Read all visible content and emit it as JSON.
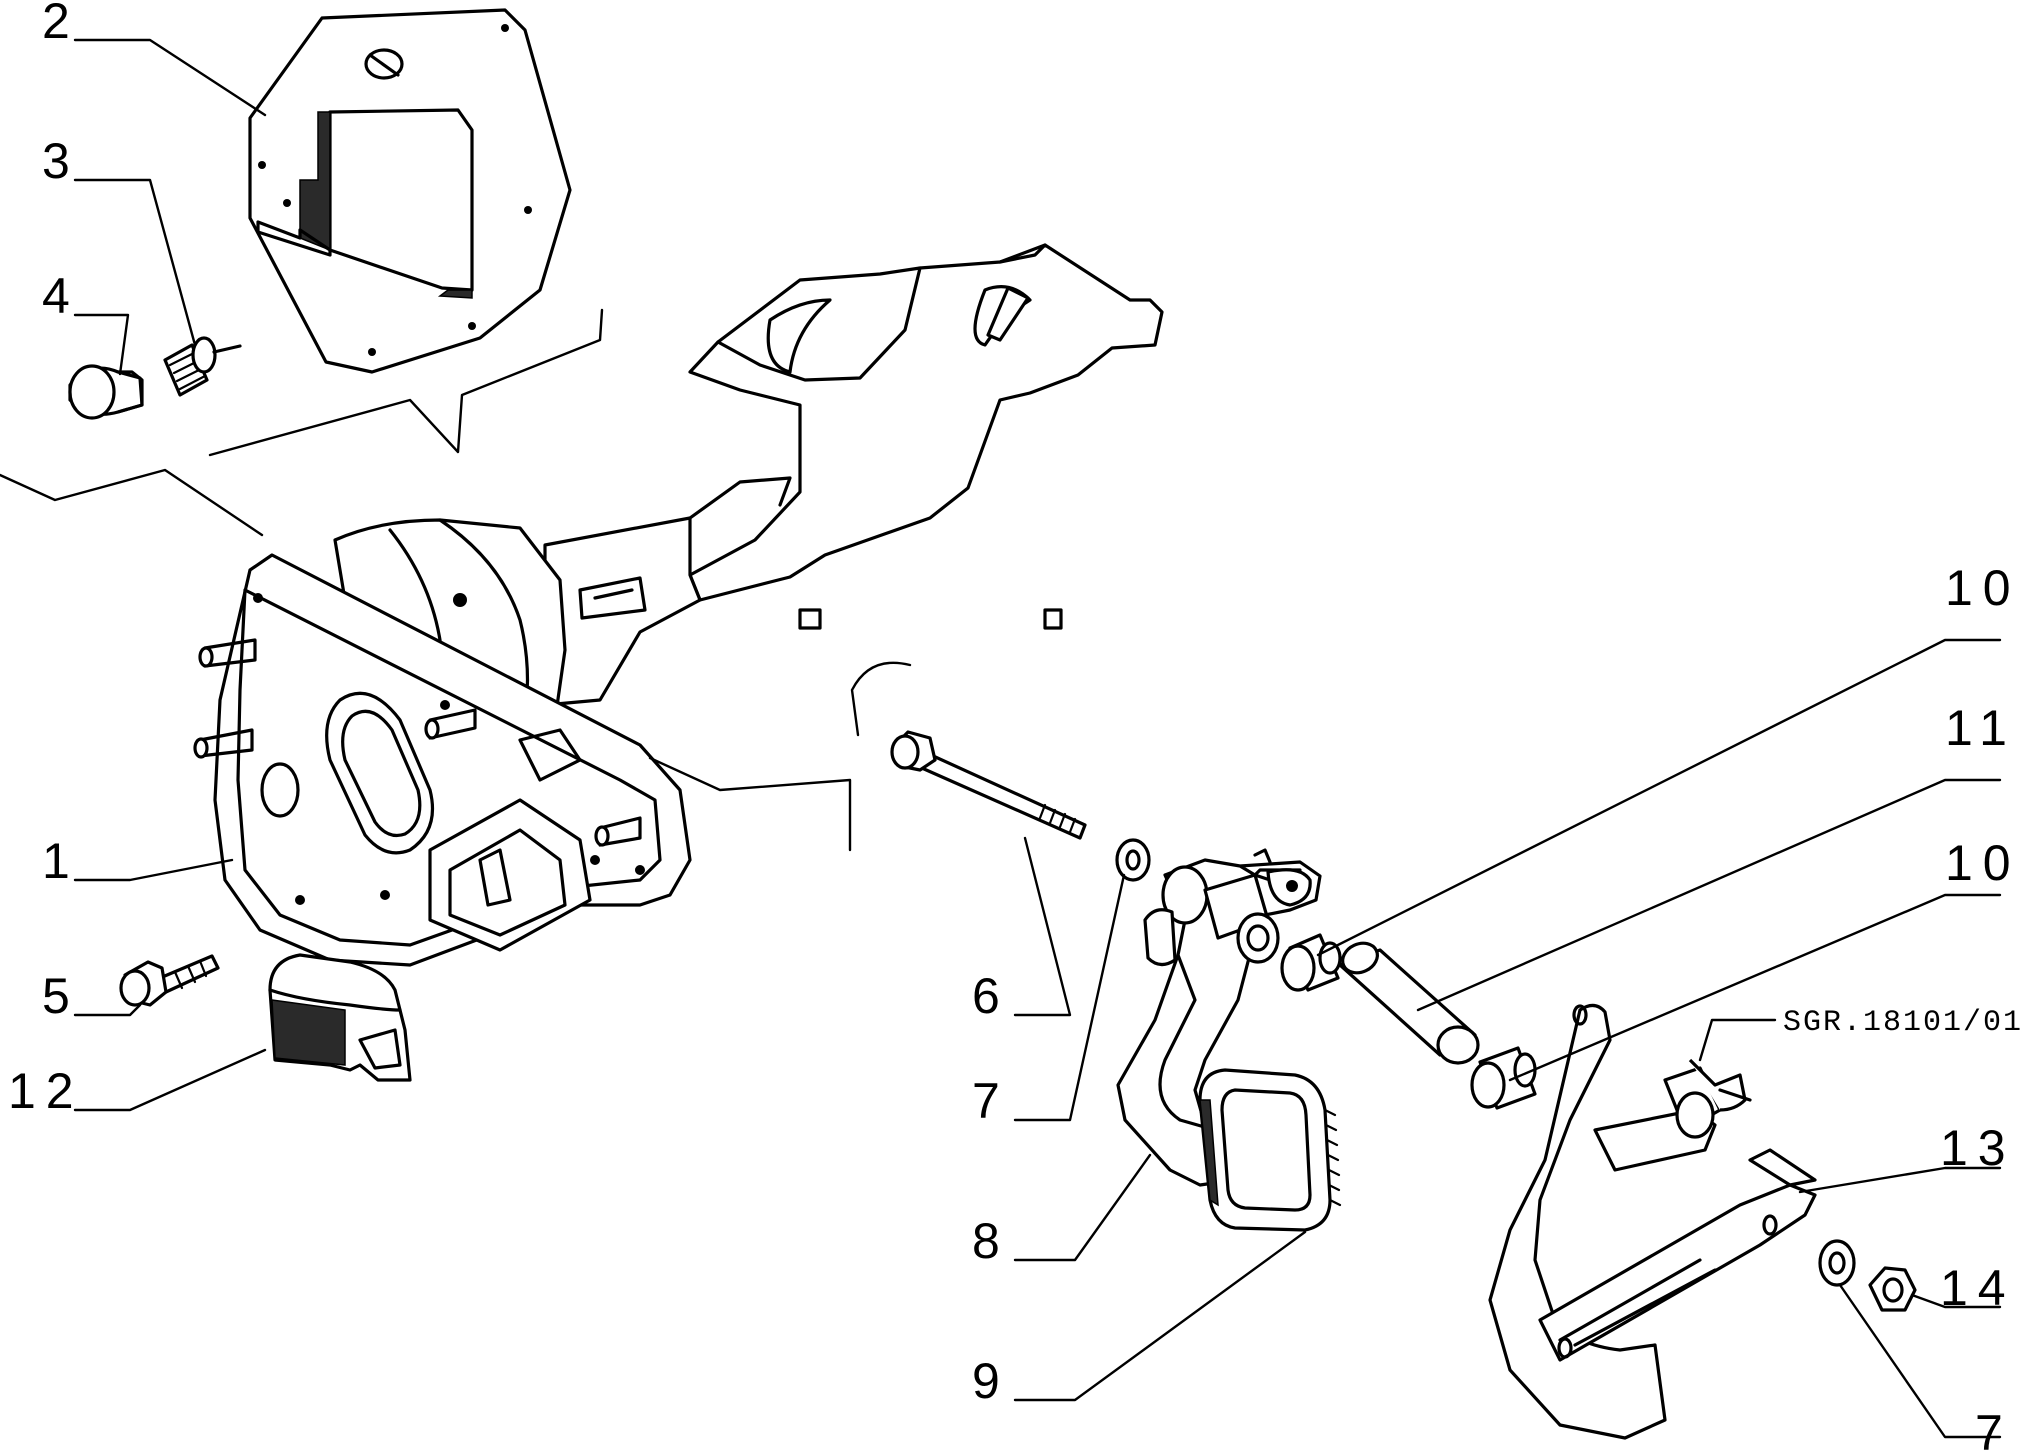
{
  "drawing_code": "SGR.18101/01",
  "callouts": [
    {
      "id": "c2",
      "label": "2"
    },
    {
      "id": "c3",
      "label": "3"
    },
    {
      "id": "c4",
      "label": "4"
    },
    {
      "id": "c1",
      "label": "1"
    },
    {
      "id": "c5",
      "label": "5"
    },
    {
      "id": "c12",
      "label": "12"
    },
    {
      "id": "c10a",
      "label": "10"
    },
    {
      "id": "c11",
      "label": "11"
    },
    {
      "id": "c10b",
      "label": "10"
    },
    {
      "id": "c6",
      "label": "6"
    },
    {
      "id": "c7a",
      "label": "7"
    },
    {
      "id": "c8",
      "label": "8"
    },
    {
      "id": "c9",
      "label": "9"
    },
    {
      "id": "c13",
      "label": "13"
    },
    {
      "id": "c14",
      "label": "14"
    },
    {
      "id": "c7b",
      "label": "7"
    }
  ]
}
